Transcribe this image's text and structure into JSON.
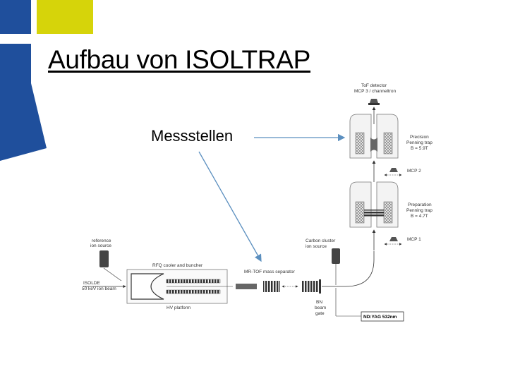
{
  "slide": {
    "title": "Aufbau von ISOLTRAP",
    "callout": "Messstellen"
  },
  "colors": {
    "brand_blue": "#1f4f9c",
    "brand_yellow": "#d6d40a",
    "arrow": "#5b8fbf",
    "line": "#555555"
  },
  "diagram": {
    "labels": {
      "tof_detector": "ToF detector",
      "mcp3": "MCP 3 / channeltron",
      "precision_trap_1": "Precision",
      "precision_trap_2": "Penning trap",
      "precision_trap_3": "B = 5.9T",
      "mcp2": "MCP 2",
      "preparation_trap_1": "Preparation",
      "preparation_trap_2": "Penning trap",
      "preparation_trap_3": "B = 4.7T",
      "mcp1": "MCP 1",
      "reference_1": "reference",
      "reference_2": "ion source",
      "carbon_1": "Carbon cluster",
      "carbon_2": "ion source",
      "rfq": "RFQ cooler and buncher",
      "mrtof": "MR-TOF mass separator",
      "isolde_1": "ISOLDE",
      "isolde_2": "50 keV ion beam",
      "hv": "HV platform",
      "bn_1": "BN",
      "bn_2": "beam",
      "bn_3": "gate",
      "ndyag": "ND:YAG 532nm"
    }
  }
}
